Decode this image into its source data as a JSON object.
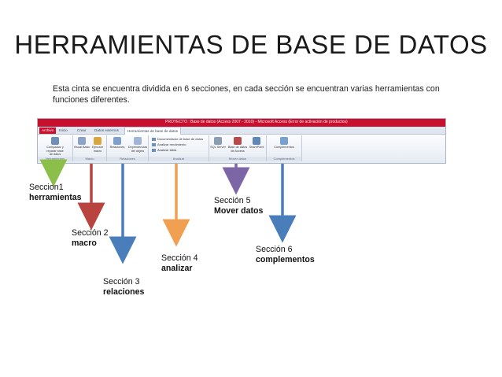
{
  "slide": {
    "title": "HERRAMIENTAS DE BASE DE DATOS",
    "intro": "Esta cinta se encuentra dividida en 6 secciones, en cada sección se encuentran varias herramientas con funciones diferentes."
  },
  "ribbon": {
    "window_title": "PROYECTO : Base de datos (Access 2007 - 2010) - Microsoft Access (Error de activación de productos)",
    "tabs": [
      "Archivo",
      "Inicio",
      "Crear",
      "Datos externos",
      "Herramientas de base de datos"
    ],
    "groups": [
      {
        "name": "Herramientas",
        "buttons": [
          "Compactar y reparar base de datos"
        ]
      },
      {
        "name": "Macro",
        "buttons": [
          "Visual Basic",
          "Ejecutar macro"
        ]
      },
      {
        "name": "Relaciones",
        "buttons": [
          "Relaciones",
          "Dependencias del objeto"
        ]
      },
      {
        "name": "Analizar",
        "rows": [
          "Documentador de base de datos",
          "Analizar rendimiento",
          "Analizar tabla"
        ]
      },
      {
        "name": "Mover datos",
        "buttons": [
          "SQL Server",
          "Base de datos de Access",
          "SharePoint"
        ]
      },
      {
        "name": "Complementos",
        "buttons": [
          "Complementos"
        ]
      }
    ]
  },
  "sections": [
    {
      "title": "Seccion1",
      "name": "herramientas",
      "color": "#8cbf4a"
    },
    {
      "title": "Sección 2",
      "name": "macro",
      "color": "#b8433f"
    },
    {
      "title": "Sección 3",
      "name": "relaciones",
      "color": "#4a7ebb"
    },
    {
      "title": "Sección 4",
      "name": "analizar",
      "color": "#f0a050"
    },
    {
      "title": "Sección 5",
      "name": "Mover datos",
      "color": "#7d66a6"
    },
    {
      "title": "Sección 6",
      "name": "complementos",
      "color": "#4a7ebb"
    }
  ]
}
